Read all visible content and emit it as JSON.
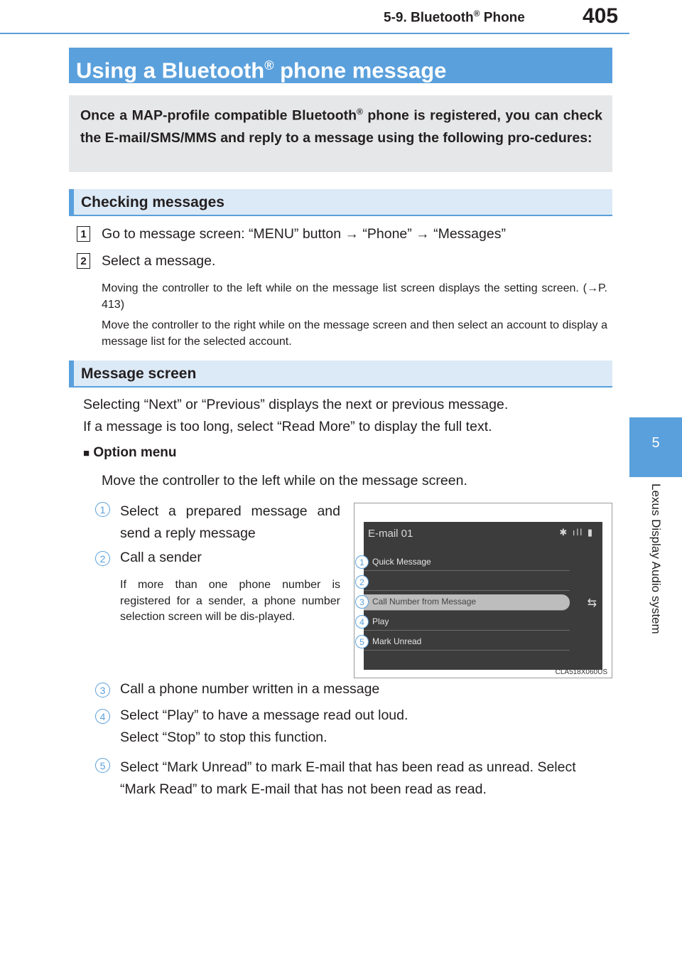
{
  "header": {
    "section": "5-9. Bluetooth",
    "section_tail": " Phone",
    "reg": "®",
    "page_number": "405"
  },
  "side_tab": {
    "chapter": "5",
    "chapter_title": "Lexus Display Audio system"
  },
  "title": {
    "prefix": "Using a Bluetooth",
    "reg": "®",
    "suffix": " phone message"
  },
  "intro": {
    "part1": "Once a MAP-profile compatible Bluetooth",
    "reg": "®",
    "part2": " phone is registered, you can check the E-mail/SMS/MMS and reply to a message using the following pro-cedures:"
  },
  "checking": {
    "heading": "Checking messages",
    "steps": [
      {
        "num": "1",
        "text": "Go to message screen: “MENU” button → “Phone” → “Messages”"
      },
      {
        "num": "2",
        "text": "Select a message."
      }
    ],
    "note1": "Moving the controller to the left while on the message list screen displays the setting screen. (→P. 413)",
    "note2": "Move the controller to the right while on the message screen and then select an account to display a message list for the selected account."
  },
  "message_screen": {
    "heading": "Message screen",
    "line1": "Selecting “Next” or “Previous” displays the next or previous message.",
    "line2": "If a message is too long, select “Read More” to display the full text.",
    "option_heading": "Option menu",
    "option_bullet": "■",
    "option_desc": "Move the controller to the left while on the message screen.",
    "items": [
      {
        "num": "1",
        "text": "Select a prepared message and send a reply message"
      },
      {
        "num": "2",
        "text": "Call a sender",
        "note": "If more than one phone number is registered for a sender, a phone number selection screen will be dis-played."
      },
      {
        "num": "3",
        "text": "Call a phone number written in a message"
      },
      {
        "num": "4",
        "text": "Select “Play” to have a message read out loud.",
        "text2": "Select “Stop” to stop this function."
      },
      {
        "num": "5",
        "text": "Select “Mark Unread” to mark E-mail that has been read as unread. Select “Mark Read” to mark E-mail that has not been read as read."
      }
    ]
  },
  "screenshot": {
    "title": "E-mail 01",
    "status": "✱ ıll ▮",
    "menu": [
      {
        "num": "1",
        "label": "Quick Message"
      },
      {
        "num": "2",
        "label": ""
      },
      {
        "num": "3",
        "label": "Call Number from Message"
      },
      {
        "num": "4",
        "label": "Play"
      },
      {
        "num": "5",
        "label": "Mark Unread"
      }
    ],
    "back_icon": "⇆",
    "code": "CLA518X060US"
  }
}
